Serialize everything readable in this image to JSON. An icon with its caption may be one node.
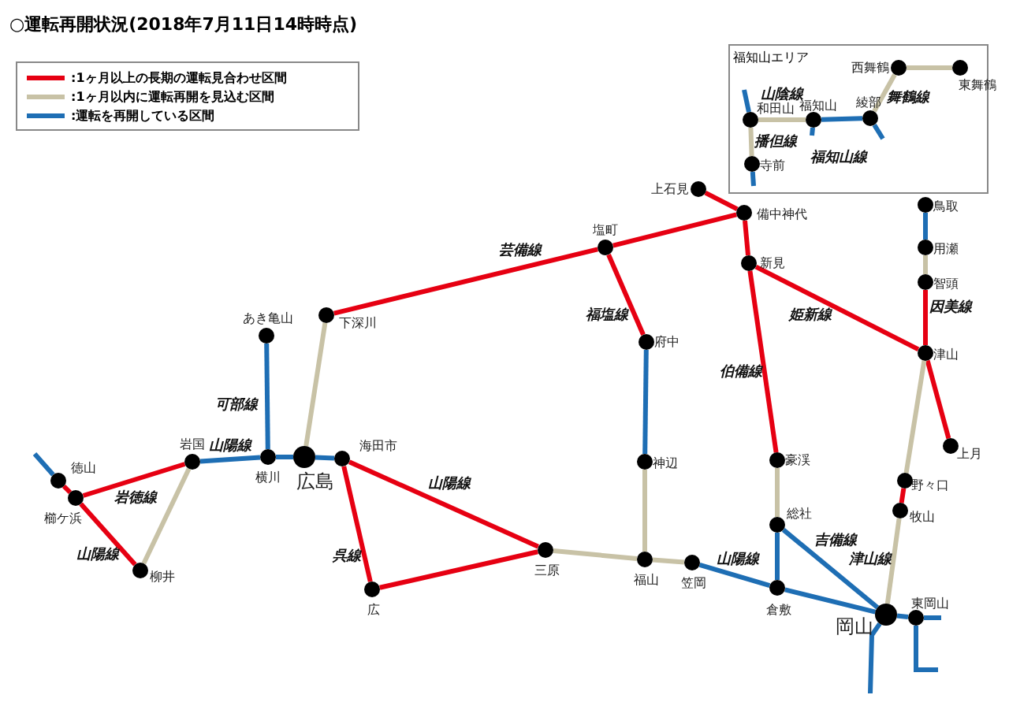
{
  "diagram": {
    "title": "○運転再開状況(2018年7月11日14時時点)",
    "nodes": [
      {
        "text": [
          "福知山エリア"
        ]
      },
      {
        "text": [
          "西舞鶴"
        ],
        "in": 0
      },
      {
        "text": [
          "東舞鶴"
        ],
        "in": 0
      },
      {
        "text": [
          "和田山"
        ],
        "in": 0
      },
      {
        "text": [
          "福知山"
        ],
        "in": 0
      },
      {
        "text": [
          "綾部"
        ],
        "in": 0
      },
      {
        "text": [
          "寺前"
        ],
        "in": 0
      },
      {
        "text": [
          "上石見"
        ]
      },
      {
        "text": [
          "鳥取"
        ]
      },
      {
        "text": [
          "備中神代"
        ]
      },
      {
        "text": [
          "用瀬"
        ]
      },
      {
        "text": [
          "塩町"
        ]
      },
      {
        "text": [
          "新見"
        ]
      },
      {
        "text": [
          "智頭"
        ]
      },
      {
        "text": [
          "下深川"
        ]
      },
      {
        "text": [
          "あき亀山"
        ]
      },
      {
        "text": [
          "府中"
        ]
      },
      {
        "text": [
          "津山"
        ]
      },
      {
        "text": [
          "上月"
        ]
      },
      {
        "text": [
          "岩国"
        ]
      },
      {
        "text": [
          "横川"
        ]
      },
      {
        "text": [
          "広島"
        ]
      },
      {
        "text": [
          "海田市"
        ]
      },
      {
        "text": [
          "豪渓"
        ]
      },
      {
        "text": [
          "神辺"
        ]
      },
      {
        "text": [
          "徳山"
        ]
      },
      {
        "text": [
          "野々口"
        ]
      },
      {
        "text": [
          "櫛ケ浜"
        ]
      },
      {
        "text": [
          "牧山"
        ]
      },
      {
        "text": [
          "総社"
        ]
      },
      {
        "text": [
          "三原"
        ]
      },
      {
        "text": [
          "福山"
        ]
      },
      {
        "text": [
          "笠岡"
        ]
      },
      {
        "text": [
          "柳井"
        ]
      },
      {
        "text": [
          "広"
        ]
      },
      {
        "text": [
          "倉敷"
        ]
      },
      {
        "text": [
          "岡山"
        ]
      },
      {
        "text": [
          "東岡山"
        ]
      }
    ],
    "edges": [
      {
        "from": 3,
        "to": null,
        "arrow": "none",
        "color": "#1e6eb4"
      },
      {
        "from": 3,
        "to": 4,
        "arrow": "none",
        "color": "#c8c2a6"
      },
      {
        "from": 3,
        "to": 6,
        "arrow": "none",
        "color": "#c8c2a6"
      },
      {
        "from": 6,
        "to": null,
        "arrow": "none",
        "color": "#1e6eb4"
      },
      {
        "from": 4,
        "to": 5,
        "arrow": "none",
        "color": "#1e6eb4"
      },
      {
        "from": 4,
        "to": null,
        "arrow": "none",
        "color": "#1e6eb4"
      },
      {
        "from": 5,
        "to": null,
        "arrow": "none",
        "color": "#1e6eb4"
      },
      {
        "from": 5,
        "to": 1,
        "arrow": "none",
        "color": "#c8c2a6"
      },
      {
        "from": 1,
        "to": 2,
        "arrow": "none",
        "color": "#c8c2a6"
      },
      {
        "from": 25,
        "to": null,
        "arrow": "none",
        "color": "#1e6eb4"
      },
      {
        "from": 25,
        "to": 27,
        "arrow": "none",
        "color": "#e60012"
      },
      {
        "from": 27,
        "to": 19,
        "arrow": "none",
        "color": "#e60012"
      },
      {
        "from": 27,
        "to": 33,
        "arrow": "none",
        "color": "#e60012"
      },
      {
        "from": 33,
        "to": 19,
        "arrow": "none",
        "color": "#c8c2a6"
      },
      {
        "from": 19,
        "to": 20,
        "arrow": "none",
        "color": "#1e6eb4"
      },
      {
        "from": 20,
        "to": 21,
        "arrow": "none",
        "color": "#1e6eb4"
      },
      {
        "from": 21,
        "to": 22,
        "arrow": "none",
        "color": "#1e6eb4"
      },
      {
        "from": 20,
        "to": 15,
        "arrow": "none",
        "color": "#1e6eb4"
      },
      {
        "from": 21,
        "to": 14,
        "arrow": "none",
        "color": "#c8c2a6"
      },
      {
        "from": 14,
        "to": 11,
        "arrow": "none",
        "color": "#e60012"
      },
      {
        "from": 11,
        "to": 9,
        "arrow": "none",
        "color": "#e60012"
      },
      {
        "from": 7,
        "to": 9,
        "arrow": "none",
        "color": "#e60012"
      },
      {
        "from": 11,
        "to": 16,
        "arrow": "none",
        "color": "#e60012"
      },
      {
        "from": 16,
        "to": 24,
        "arrow": "none",
        "color": "#1e6eb4"
      },
      {
        "from": 24,
        "to": 31,
        "arrow": "none",
        "color": "#c8c2a6"
      },
      {
        "from": 22,
        "to": 30,
        "arrow": "none",
        "color": "#e60012"
      },
      {
        "from": 22,
        "to": 34,
        "arrow": "none",
        "color": "#e60012"
      },
      {
        "from": 34,
        "to": 30,
        "arrow": "none",
        "color": "#e60012"
      },
      {
        "from": 30,
        "to": 31,
        "arrow": "none",
        "color": "#c8c2a6"
      },
      {
        "from": 31,
        "to": 32,
        "arrow": "none",
        "color": "#c8c2a6"
      },
      {
        "from": 32,
        "to": 35,
        "arrow": "none",
        "color": "#1e6eb4"
      },
      {
        "from": 35,
        "to": 36,
        "arrow": "none",
        "color": "#1e6eb4"
      },
      {
        "from": 9,
        "to": 12,
        "arrow": "none",
        "color": "#e60012"
      },
      {
        "from": 12,
        "to": 23,
        "arrow": "none",
        "color": "#e60012"
      },
      {
        "from": 23,
        "to": 29,
        "arrow": "none",
        "color": "#c8c2a6"
      },
      {
        "from": 29,
        "to": 35,
        "arrow": "none",
        "color": "#1e6eb4"
      },
      {
        "from": 29,
        "to": 36,
        "arrow": "none",
        "color": "#1e6eb4"
      },
      {
        "from": 12,
        "to": 17,
        "arrow": "none",
        "color": "#e60012"
      },
      {
        "from": 8,
        "to": 10,
        "arrow": "none",
        "color": "#1e6eb4"
      },
      {
        "from": 10,
        "to": 13,
        "arrow": "none",
        "color": "#c8c2a6"
      },
      {
        "from": 13,
        "to": 17,
        "arrow": "none",
        "color": "#e60012"
      },
      {
        "from": 17,
        "to": 18,
        "arrow": "none",
        "color": "#e60012"
      },
      {
        "from": 17,
        "to": 26,
        "arrow": "none",
        "color": "#c8c2a6"
      },
      {
        "from": 26,
        "to": 28,
        "arrow": "none",
        "color": "#e60012"
      },
      {
        "from": 28,
        "to": 36,
        "arrow": "none",
        "color": "#c8c2a6"
      },
      {
        "from": 36,
        "to": 37,
        "arrow": "none",
        "color": "#1e6eb4"
      },
      {
        "from": 37,
        "to": null,
        "arrow": "none",
        "color": "#1e6eb4"
      },
      {
        "from": 37,
        "to": null,
        "arrow": "none",
        "color": "#1e6eb4"
      },
      {
        "from": 36,
        "to": null,
        "arrow": "none",
        "color": "#1e6eb4"
      }
    ],
    "labels": [
      "山陰線",
      "舞鶴線",
      "播但線",
      "福知山線",
      "芸備線",
      "姫新線",
      "因美線",
      "福塩線",
      "伯備線",
      "可部線",
      "山陽線",
      "岩徳線",
      "山陽線",
      "山陽線",
      "呉線",
      "津山線",
      "吉備線",
      "山陽線"
    ],
    "legend": [
      {
        "text": ":1ヶ月以上の長期の運転見合わせ区間",
        "color": "#e60012"
      },
      {
        "text": ":1ヶ月以内に運転再開を見込む区間",
        "color": "#c8c2a6"
      },
      {
        "text": ":運転を再開している区間",
        "color": "#1e6eb4"
      }
    ]
  }
}
